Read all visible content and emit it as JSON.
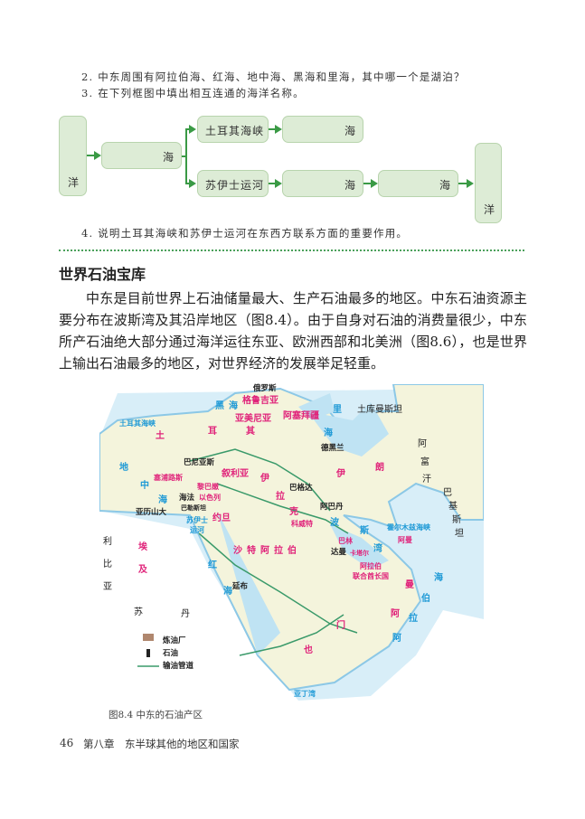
{
  "questions": {
    "q2": "2. 中东周围有阿拉伯海、红海、地中海、黑海和里海，其中哪一个是湖泊？",
    "q3": "3. 在下列框图中填出相互连通的海洋名称。",
    "q4": "4. 说明土耳其海峡和苏伊士运河在东西方联系方面的重要作用。"
  },
  "flow": {
    "left_ocean": "洋",
    "sea1": "海",
    "strait": "土耳其海峡",
    "sea2": "海",
    "canal": "苏伊士运河",
    "sea3": "海",
    "sea4": "海",
    "right_ocean": "洋"
  },
  "section": {
    "title": "世界石油宝库",
    "paragraph": "中东是目前世界上石油储量最大、生产石油最多的地区。中东石油资源主要分布在波斯湾及其沿岸地区（图8.4）。由于自身对石油的消费量很少，中东所产石油绝大部分通过海洋运往东亚、欧洲西部和北美洲（图8.6），也是世界上输出石油最多的地区，对世界经济的发展举足轻重。"
  },
  "map": {
    "countries": {
      "turkey": [
        "土",
        "耳",
        "其"
      ],
      "georgia": "格鲁吉亚",
      "armenia": "亚美尼亚",
      "azerbaijan": "阿塞拜疆",
      "iran": [
        "伊",
        "朗"
      ],
      "syria": "叙利亚",
      "iraq": [
        "伊",
        "拉",
        "克"
      ],
      "cyprus": "塞浦路斯",
      "lebanon": "黎巴嫩",
      "israel": "以色列",
      "jordan": "约旦",
      "kuwait": "科威特",
      "bahrain": "巴林",
      "qatar": "卡塔尔",
      "uae": [
        "阿拉伯",
        "联合酋长国"
      ],
      "oman_n": "阿曼",
      "saudi": "沙特阿拉伯",
      "egypt": [
        "埃",
        "及"
      ],
      "yemen": [
        "也",
        "门"
      ],
      "oman": [
        "阿",
        "曼"
      ]
    },
    "others": {
      "russia": "俄罗斯",
      "turkmenistan": "土库曼斯坦",
      "afghanistan": [
        "阿",
        "富",
        "汗"
      ],
      "pakistan": [
        "巴",
        "基",
        "斯",
        "坦"
      ],
      "libya": [
        "利",
        "比",
        "亚"
      ],
      "sudan": [
        "苏",
        "丹"
      ],
      "palestine": "巴勒斯坦"
    },
    "waters": {
      "black_sea": [
        "黑",
        "海"
      ],
      "caspian": [
        "里",
        "海"
      ],
      "bosporus": "土耳其海峡",
      "med": [
        "地",
        "中",
        "海"
      ],
      "suez": [
        "苏伊士",
        "运河"
      ],
      "red_sea": [
        "红",
        "海"
      ],
      "gulf": [
        "波",
        "斯",
        "湾"
      ],
      "hormuz": "霍尔木兹海峡",
      "arabian_sea": [
        "阿",
        "拉",
        "伯",
        "海"
      ],
      "aden": "亚丁湾"
    },
    "cities": {
      "tehran": "德黑兰",
      "baniyas": "巴尼亚斯",
      "haifa": "海法",
      "alexandria": "亚历山大",
      "baghdad": "巴格达",
      "abadan": "阿巴丹",
      "dammam": "达曼",
      "yanbu": "延布"
    },
    "legend": {
      "refinery": "炼油厂",
      "oil": "石油",
      "pipeline": "输油管道"
    },
    "colors": {
      "land": "#f4f4dc",
      "sea": "#bfe3f3",
      "country": "#e0237a",
      "water": "#1f9ad6",
      "pipeline": "#3a9a6a"
    }
  },
  "caption": "图8.4  中东的石油产区",
  "footer": {
    "page": "46",
    "chapter": "第八章　东半球其他的地区和国家"
  }
}
